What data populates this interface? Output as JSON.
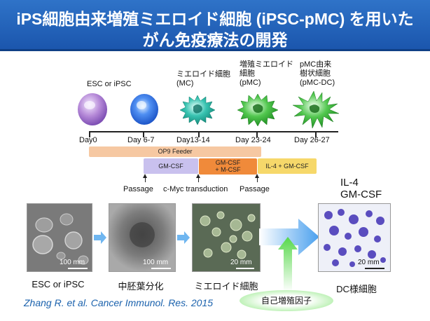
{
  "title": {
    "line1": "iPS細胞由来増殖ミエロイド細胞 (iPSC-pMC) を用いた",
    "line2": "がん免疫療法の開発"
  },
  "stages": [
    {
      "label": "ESC or iPSC"
    },
    {
      "label": "ミエロイド細胞\n(MC)"
    },
    {
      "label": "増殖ミエロイド\n細胞\n(pMC)"
    },
    {
      "label": "pMC由来\n樹状細胞\n(pMC-DC)"
    }
  ],
  "timeline": {
    "days": [
      "Day0",
      "Day 6-7",
      "Day13-14",
      "Day 23-24",
      "Day 26-27"
    ]
  },
  "bars": {
    "feeder": "OP9 Feeder",
    "gmcsf": "GM-CSF",
    "gm_mcsf_1": "GM-CSF",
    "gm_mcsf_2": "+ M-CSF",
    "il4_gmcsf": "IL-4 + GM-CSF"
  },
  "events": {
    "passage1": "Passage",
    "cmyc": "c-Myc transduction",
    "passage2": "Passage"
  },
  "dc_factors": {
    "line1": "IL-4",
    "line2": "GM-CSF"
  },
  "photos": [
    {
      "caption": "ESC or iPSC",
      "scale": "100 mm"
    },
    {
      "caption": "中胚葉分化",
      "scale": "100 mm"
    },
    {
      "caption": "ミエロイド細胞",
      "scale": "20 mm"
    },
    {
      "caption": "DC様細胞",
      "scale": "20 mm"
    }
  ],
  "self_growth": "自己増殖因子",
  "citation": "Zhang R. et al. Cancer Immunol. Res. 2015",
  "colors": {
    "banner": "#1f5fb8",
    "feeder_bar": "#f6c8a2",
    "gmcsf_bar": "#c9c1ee",
    "gm_mcsf_bar": "#f08a3a",
    "il4_bar": "#f6d86a",
    "green_arrow": "#7ee06f",
    "blue_arrow": "#6fb6f0"
  }
}
